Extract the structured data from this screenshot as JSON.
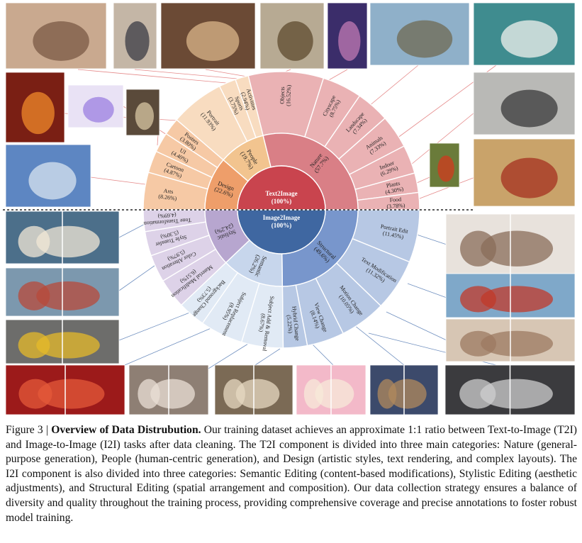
{
  "colors": {
    "nature": "#d97f86",
    "nature_light": "#eab2b4",
    "people": "#f2c48f",
    "people_light": "#f8dcc0",
    "design": "#ee9e6a",
    "design_light": "#f6c9a5",
    "text2image_center": "#c9444e",
    "image2image_center": "#3f67a1",
    "structural": "#7896cc",
    "structural_light": "#b7c8e4",
    "semantic": "#c7d6ec",
    "semantic_light": "#e1eaf5",
    "stylistic": "#b7a6cf",
    "stylistic_light": "#ddd2e8",
    "connector_red": "#e58a8a",
    "connector_blue": "#6f8fbf"
  },
  "chart_data": {
    "type": "sunburst",
    "halves": [
      {
        "name": "Text2Image",
        "share": "(100%)",
        "inner": [
          {
            "label": "Nature",
            "value": "(57.7%)"
          },
          {
            "label": "People",
            "value": "(19.7%)"
          },
          {
            "label": "Design",
            "value": "(22.6%)"
          }
        ],
        "outer": [
          {
            "label": "Objects",
            "value": "(16.52%)",
            "group": "Nature"
          },
          {
            "label": "Cityscape",
            "value": "(8.75%)",
            "group": "Nature"
          },
          {
            "label": "Landscape",
            "value": "(7.34%)",
            "group": "Nature"
          },
          {
            "label": "Animals",
            "value": "(7.33%)",
            "group": "Nature"
          },
          {
            "label": "Indoor",
            "value": "(6.29%)",
            "group": "Nature"
          },
          {
            "label": "Plants",
            "value": "(4.30%)",
            "group": "Nature"
          },
          {
            "label": "Food",
            "value": "(3.78%)",
            "group": "Nature"
          },
          {
            "label": "Activities",
            "value": "(2.94%)",
            "group": "People"
          },
          {
            "label": "Sports",
            "value": "(3.75%)",
            "group": "People"
          },
          {
            "label": "Portrait",
            "value": "(11.93%)",
            "group": "People"
          },
          {
            "label": "Posters",
            "value": "(3.80%)",
            "group": "Design"
          },
          {
            "label": "UI",
            "value": "(4.40%)",
            "group": "Design"
          },
          {
            "label": "Cartoon",
            "value": "(4.87%)",
            "group": "Design"
          },
          {
            "label": "Arts",
            "value": "(8.26%)",
            "group": "Design"
          }
        ]
      },
      {
        "name": "Image2Image",
        "share": "(100%)",
        "inner": [
          {
            "label": "Structural",
            "value": "(49.6%)"
          },
          {
            "label": "Semantic",
            "value": "(26.2%)"
          },
          {
            "label": "Stylistic",
            "value": "(24.2%)"
          }
        ],
        "outer": [
          {
            "label": "Portrait Edit",
            "value": "(11.45%)",
            "group": "Structural"
          },
          {
            "label": "Text Modification",
            "value": "(11.32%)",
            "group": "Structural"
          },
          {
            "label": "Motion Change",
            "value": "(10.05%)",
            "group": "Structural"
          },
          {
            "label": "View Change",
            "value": "(8.14%)",
            "group": "Structural"
          },
          {
            "label": "Hybrid Change",
            "value": "(5.22%)",
            "group": "Structural"
          },
          {
            "label": "Subject Add & Removal",
            "value": "(8.67%)",
            "group": "Semantic"
          },
          {
            "label": "Subject Replacement",
            "value": "(8.95%)",
            "group": "Semantic"
          },
          {
            "label": "Background Change",
            "value": "(5.73%)",
            "group": "Semantic"
          },
          {
            "label": "Material Modification",
            "value": "(6.51%)",
            "group": "Stylistic"
          },
          {
            "label": "Color Alteration",
            "value": "(5.97%)",
            "group": "Stylistic"
          },
          {
            "label": "Style Transfer",
            "value": "(5.30%)",
            "group": "Stylistic"
          },
          {
            "label": "Tone Transformation",
            "value": "(4.69%)",
            "group": "Stylistic"
          }
        ]
      }
    ]
  },
  "images": [
    {
      "name": "photo-child",
      "color": "#c9a98f",
      "hue": "#7a5a44"
    },
    {
      "name": "photo-basketball",
      "color": "#c4b6a6",
      "hue": "#3b3b44"
    },
    {
      "name": "photo-dinner",
      "color": "#6b4a35",
      "hue": "#d9b58a"
    },
    {
      "name": "photo-car-clock",
      "color": "#b7aa93",
      "hue": "#5e4a2e"
    },
    {
      "name": "photo-city-night",
      "color": "#3b2d6a",
      "hue": "#c17ab4"
    },
    {
      "name": "photo-mountain-river",
      "color": "#8fb0c9",
      "hue": "#6f6a52"
    },
    {
      "name": "photo-duck",
      "color": "#3f8c8f",
      "hue": "#f2f2ee"
    },
    {
      "name": "image-anime",
      "color": "#7a1f14",
      "hue": "#f08a2a"
    },
    {
      "name": "image-ui-mockup",
      "color": "#e9e2f5",
      "hue": "#9b7fe0"
    },
    {
      "name": "image-movie-poster",
      "color": "#5a4a3a",
      "hue": "#d8c7a3"
    },
    {
      "name": "image-impressionist",
      "color": "#5d86c2",
      "hue": "#d8e3ef"
    },
    {
      "name": "photo-interior",
      "color": "#b9b9b6",
      "hue": "#3a3a3a"
    },
    {
      "name": "photo-red-flower",
      "color": "#6a7b3a",
      "hue": "#d23a1e"
    },
    {
      "name": "photo-food",
      "color": "#c9a36a",
      "hue": "#a43020"
    },
    {
      "name": "photo-dog-pair",
      "color": "#4c6f8a",
      "hue": "#f2e7d6"
    },
    {
      "name": "photo-lighthouse-pair",
      "color": "#7c98ae",
      "hue": "#b84a3a"
    },
    {
      "name": "photo-bag-pair",
      "color": "#6d6d6b",
      "hue": "#e6b92a"
    },
    {
      "name": "photo-dancer-pair",
      "color": "#e8e2dc",
      "hue": "#8a6c5a"
    },
    {
      "name": "photo-sign-pair",
      "color": "#7fa8c9",
      "hue": "#c23a2a"
    },
    {
      "name": "photo-feet-pair",
      "color": "#d7c6b4",
      "hue": "#9c7a62"
    },
    {
      "name": "photo-apples-pair",
      "color": "#9c1a1a",
      "hue": "#e45a3a"
    },
    {
      "name": "photo-hand-shoe-pair",
      "color": "#8e7f74",
      "hue": "#e9dfd5"
    },
    {
      "name": "photo-vase-pair",
      "color": "#7b6a55",
      "hue": "#e7d9c2"
    },
    {
      "name": "photo-cupcake-pair",
      "color": "#f3b9c9",
      "hue": "#f7ead8"
    },
    {
      "name": "photo-teddy-pair",
      "color": "#3c4a6b",
      "hue": "#b08a5c"
    },
    {
      "name": "photo-desk-pair",
      "color": "#3b3b3e",
      "hue": "#cfcfcf"
    }
  ],
  "caption": {
    "figure_label": "Figure 3 | ",
    "title": "Overview of Data Distrubution.",
    "body": " Our training dataset achieves an approximate 1:1 ratio between Text-to-Image (T2I) and Image-to-Image (I2I) tasks after data cleaning. The T2I component is divided into three main categories: Nature (general-purpose generation), People (human-centric generation), and Design (artistic styles, text rendering, and complex layouts). The I2I component is also divided into three categories: Semantic Editing (content-based modifications), Stylistic Editing (aesthetic adjustments), and Structural Editing (spatial arrangement and composition). Our data collection strategy ensures a balance of diversity and quality throughout the training process, providing comprehensive coverage and precise annotations to foster robust model training."
  }
}
